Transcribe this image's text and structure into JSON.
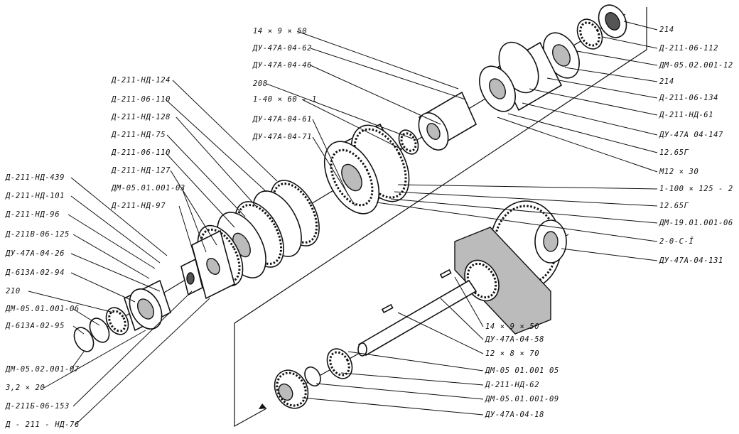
{
  "labels": {
    "l_14x9x50_top": "14 × 9 × 50",
    "l_du47a0462": "ДУ-47А-04-62",
    "l_du47a0446": "ДУ-47А-04-46",
    "l_208": "208",
    "l_1_40x60_1": "1-40 × 60 - 1",
    "l_du47a0461": "ДУ-47А-04-61",
    "l_du47a0471": "ДУ-47А-04-71",
    "l_d211nd124": "Д-211-НД-124",
    "l_d21106110a": "Д-211-06-110",
    "l_d211nd128": "Д-211-НД-128",
    "l_d211nd75": "Д-211-НД-75",
    "l_d21106110b": "Д-211-06-110",
    "l_d211nd127": "Д-211-НД-127",
    "l_dm0501001_03": "ДМ-05.01.001-03",
    "l_d211nd97": "Д-211-НД-97",
    "l_d211nd439": "Д-211-НД-439",
    "l_d211nd101": "Д-211-НД-101",
    "l_d211nd96": "Д-211-НД-96",
    "l_d211806125": "Д-211В-06-125",
    "l_du47a0426": "ДУ-47А-04-26",
    "l_d613a0294": "Д-613А-02-94",
    "l_210": "210",
    "l_dm0501001_06": "ДМ-05.01.001-06",
    "l_d613a0295": "Д-613А-02-95",
    "l_dm0502001_07": "ДМ-05.02.001-07",
    "l_32x20": "3,2 × 20",
    "l_d211b06153": "Д-211Б-06-153",
    "l_d211nd76": "Д - 211 - НД-76",
    "r_214a": "214",
    "r_d21106112": "Д-211-06-112",
    "r_dm0502001_12": "ДМ-05.02.001-12",
    "r_214b": "214",
    "r_d21106134": "Д-211-06-134",
    "r_d211nd61": "Д-211-НД-61",
    "r_du47a04147": "ДУ-47А 04-147",
    "r_1265g_a": "12.65Г",
    "r_m12x30": "М12 × 30",
    "r_1_100x125_2": "1-100 × 125 - 2",
    "r_1265g_b": "12.65Г",
    "r_dm1901001_06": "ДМ-19.01.001-06",
    "r_2_0_c": "2-0-С-Ī",
    "r_du47a04131": "ДУ-47А-04-131",
    "b_14x9x50": "14 × 9 × 50",
    "b_du47a0458": "ДУ-47А-04-58",
    "b_12x8x70": "12 × 8 × 70",
    "b_dm0501001_05": "ДМ-05 01.001 05",
    "b_d211nd62": "Д-211-НД-62",
    "b_dm0501001_09": "ДМ-05.01.001-09",
    "b_du47a0418": "ДУ-47А-04-18"
  }
}
